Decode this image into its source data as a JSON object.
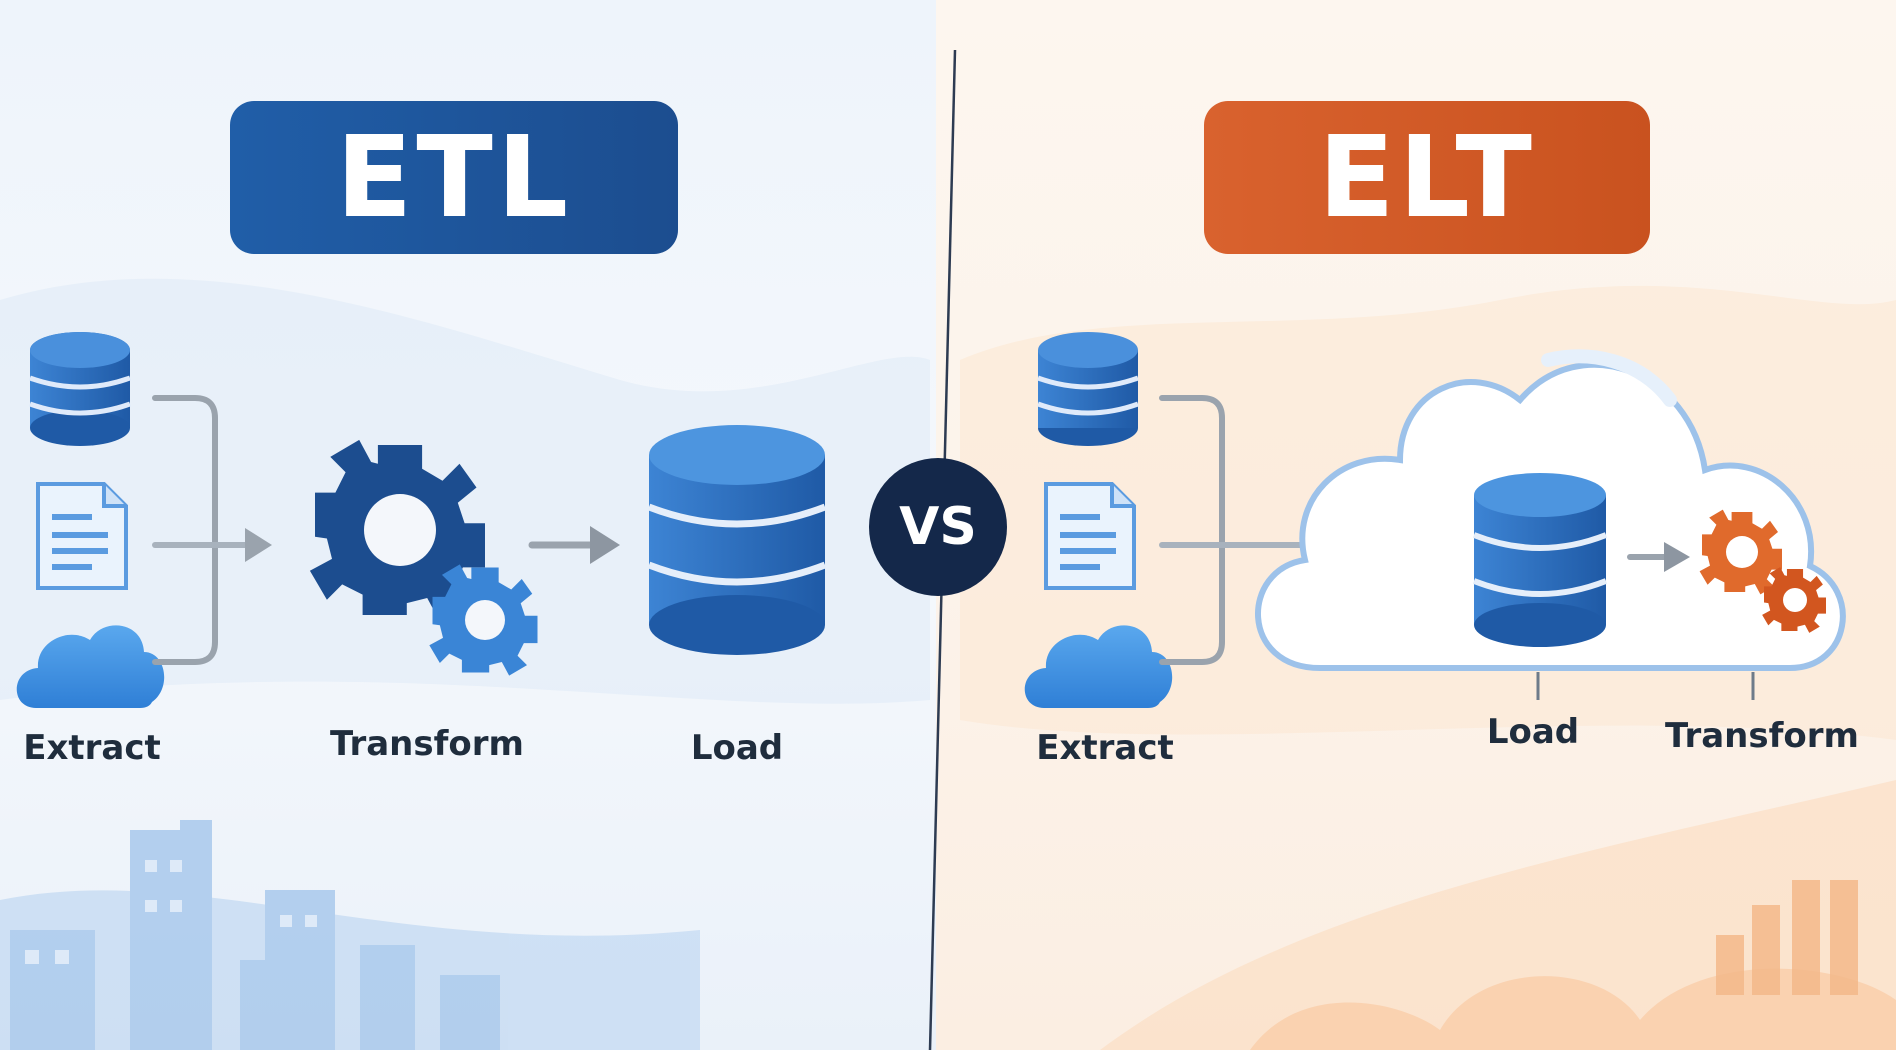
{
  "etl": {
    "title": "ETL",
    "steps": {
      "extract": "Extract",
      "transform": "Transform",
      "load": "Load"
    }
  },
  "elt": {
    "title": "ELT",
    "steps": {
      "extract": "Extract",
      "load": "Load",
      "transform": "Transform"
    }
  },
  "divider_label": "VS",
  "colors": {
    "etl_accent": "#1f5aa6",
    "elt_accent": "#d65a26",
    "vs_circle": "#14284a",
    "icon_blue": "#3f86d6",
    "connector": "#9aa3ad"
  },
  "icons": {
    "sources": [
      "database-icon",
      "document-icon",
      "cloud-icon"
    ],
    "etl_transform": "gears-icon",
    "etl_load": "database-icon",
    "elt_platform": "cloud-icon",
    "elt_load": "database-icon",
    "elt_transform": "gears-icon"
  }
}
